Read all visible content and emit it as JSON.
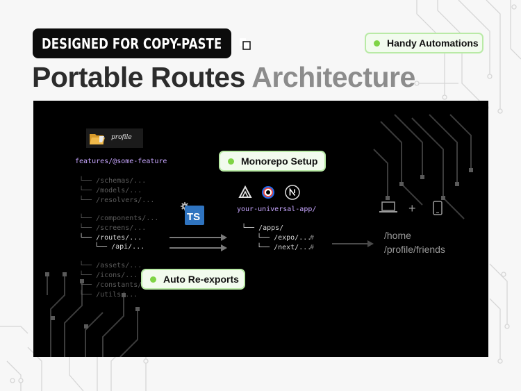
{
  "badge": {
    "label": "DESIGNED FOR COPY-PASTE",
    "icon": "copy-icon"
  },
  "pills": {
    "automations": "Handy Automations",
    "monorepo": "Monorepo Setup",
    "reexports": "Auto Re-exports"
  },
  "title": {
    "dark": "Portable Routes",
    "light": "Architecture"
  },
  "feature": {
    "folder_label": "profile",
    "path": "features/@some-feature",
    "tree": [
      "└── /schemas/...",
      "└── /models/...",
      "└── /resolvers/...",
      "└── /components/...",
      "└── /screens/...",
      "└── /routes/...",
      "└── /api/...",
      "└── /assets/...",
      "└── /icons/...",
      "└── /constants/...",
      "└── /utils/..."
    ]
  },
  "ts_label": "TS",
  "app": {
    "path": "your-universal-app/",
    "tree": [
      "└── /apps/",
      "└── /expo/...",
      "└── /next/..."
    ],
    "hash": "#",
    "logos": [
      "expo-icon",
      "react-native-icon",
      "next-icon"
    ]
  },
  "routes": {
    "plus": "+",
    "home": "/home",
    "friends": "/profile/friends"
  },
  "colors": {
    "accent_green": "#7fd446",
    "highlight_purple": "#c7a6ff",
    "ts_blue": "#2f74c0"
  }
}
